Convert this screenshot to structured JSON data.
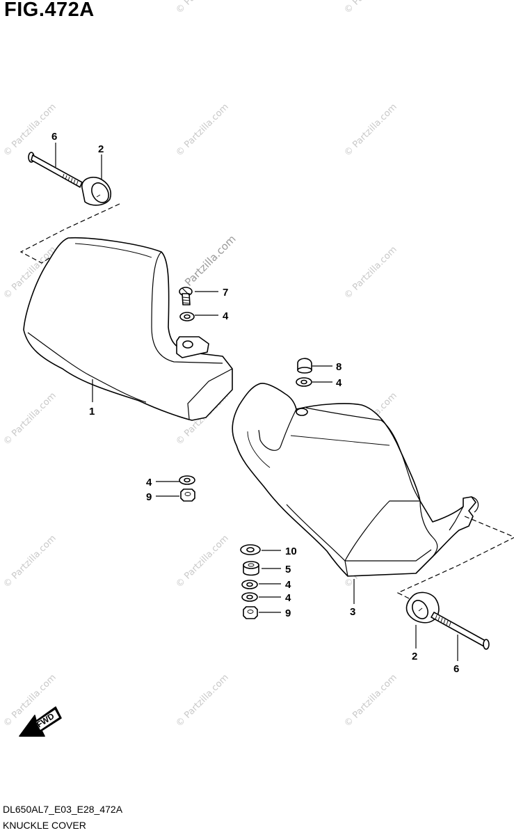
{
  "figure": {
    "title": "FIG.472A",
    "code": "DL650AL7_E03_E28_472A",
    "name": "KNUCKLE COVER"
  },
  "callouts": {
    "c1": "1",
    "c2a": "2",
    "c2b": "2",
    "c3": "3",
    "c4a": "4",
    "c4b": "4",
    "c4c": "4",
    "c4d": "4",
    "c4e": "4",
    "c5": "5",
    "c6a": "6",
    "c6b": "6",
    "c7": "7",
    "c8": "8",
    "c9a": "9",
    "c9b": "9",
    "c10": "10"
  },
  "fwd_label": "FWD",
  "watermark": {
    "text": "© Partzilla.com",
    "center_text": "Partzilla.com"
  }
}
